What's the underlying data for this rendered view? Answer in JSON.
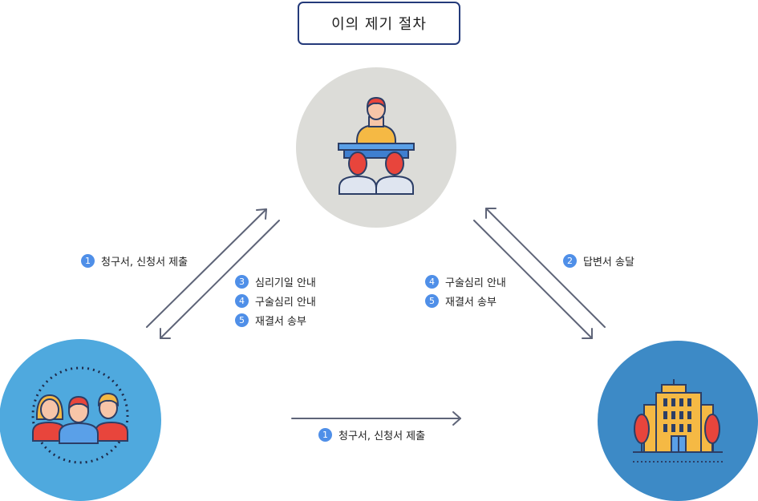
{
  "title": "이의 제기 절차",
  "icons": {
    "top": "committee-desk-icon",
    "left": "applicants-group-icon",
    "right": "office-building-icon"
  },
  "colors": {
    "title_border": "#243a7a",
    "arrow": "#5e6478",
    "step_badge": "#4f8fe8",
    "circle_top": "#dcdcd8",
    "circle_left": "#4fa9de",
    "circle_right": "#3d8ac6"
  },
  "flows": {
    "left_up": [
      {
        "num": "1",
        "text": "청구서, 신청서 제출"
      }
    ],
    "left_down": [
      {
        "num": "3",
        "text": "심리기일 안내"
      },
      {
        "num": "4",
        "text": "구술심리 안내"
      },
      {
        "num": "5",
        "text": "재결서 송부"
      }
    ],
    "right_down": [
      {
        "num": "4",
        "text": "구술심리 안내"
      },
      {
        "num": "5",
        "text": "재결서 송부"
      }
    ],
    "right_up": [
      {
        "num": "2",
        "text": "답변서 송달"
      }
    ],
    "bottom": [
      {
        "num": "1",
        "text": "청구서, 신청서 제출"
      }
    ]
  }
}
